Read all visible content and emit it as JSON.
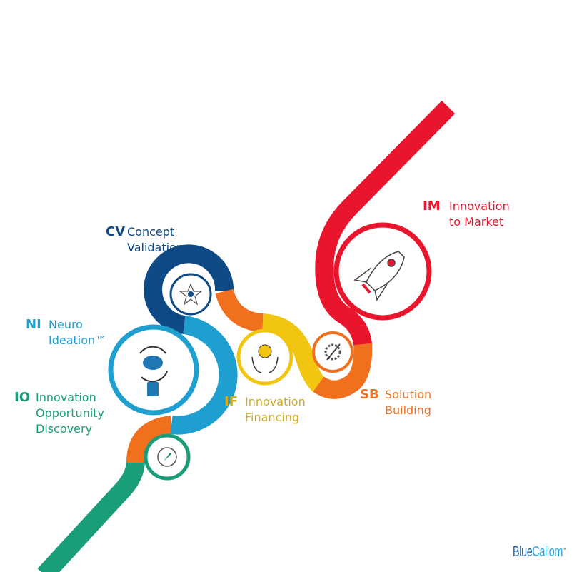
{
  "stages": [
    {
      "abbr": "IO",
      "lines": [
        "Innovation",
        "Opportunity",
        "Discovery"
      ],
      "color": "#1a9e7a",
      "icon": "compass-icon"
    },
    {
      "abbr": "NI",
      "lines": [
        "Neuro",
        "Ideation™"
      ],
      "color": "#1f9fcf",
      "icon": "brain-bulb-icon"
    },
    {
      "abbr": "CV",
      "lines": [
        "Concept",
        "Validation"
      ],
      "color": "#0d4a86",
      "icon": "star-badge-icon"
    },
    {
      "abbr": "IF",
      "lines": [
        "Innovation",
        "Financing"
      ],
      "color": "#d4ad1a",
      "icon": "money-hands-icon"
    },
    {
      "abbr": "SB",
      "lines": [
        "Solution",
        "Building"
      ],
      "color": "#f0701e",
      "icon": "gear-pencil-icon"
    },
    {
      "abbr": "IM",
      "lines": [
        "Innovation",
        "to Market"
      ],
      "color": "#e8152d",
      "icon": "rocket-icon"
    }
  ],
  "logo": {
    "part1": "Blue",
    "part2": "Callom",
    "tm": "™"
  },
  "colors": {
    "green": "#1a9e7a",
    "orange": "#f0701e",
    "blue": "#1f9fcf",
    "navy": "#0d4a86",
    "yellow": "#f2c511",
    "red": "#e8152d"
  }
}
